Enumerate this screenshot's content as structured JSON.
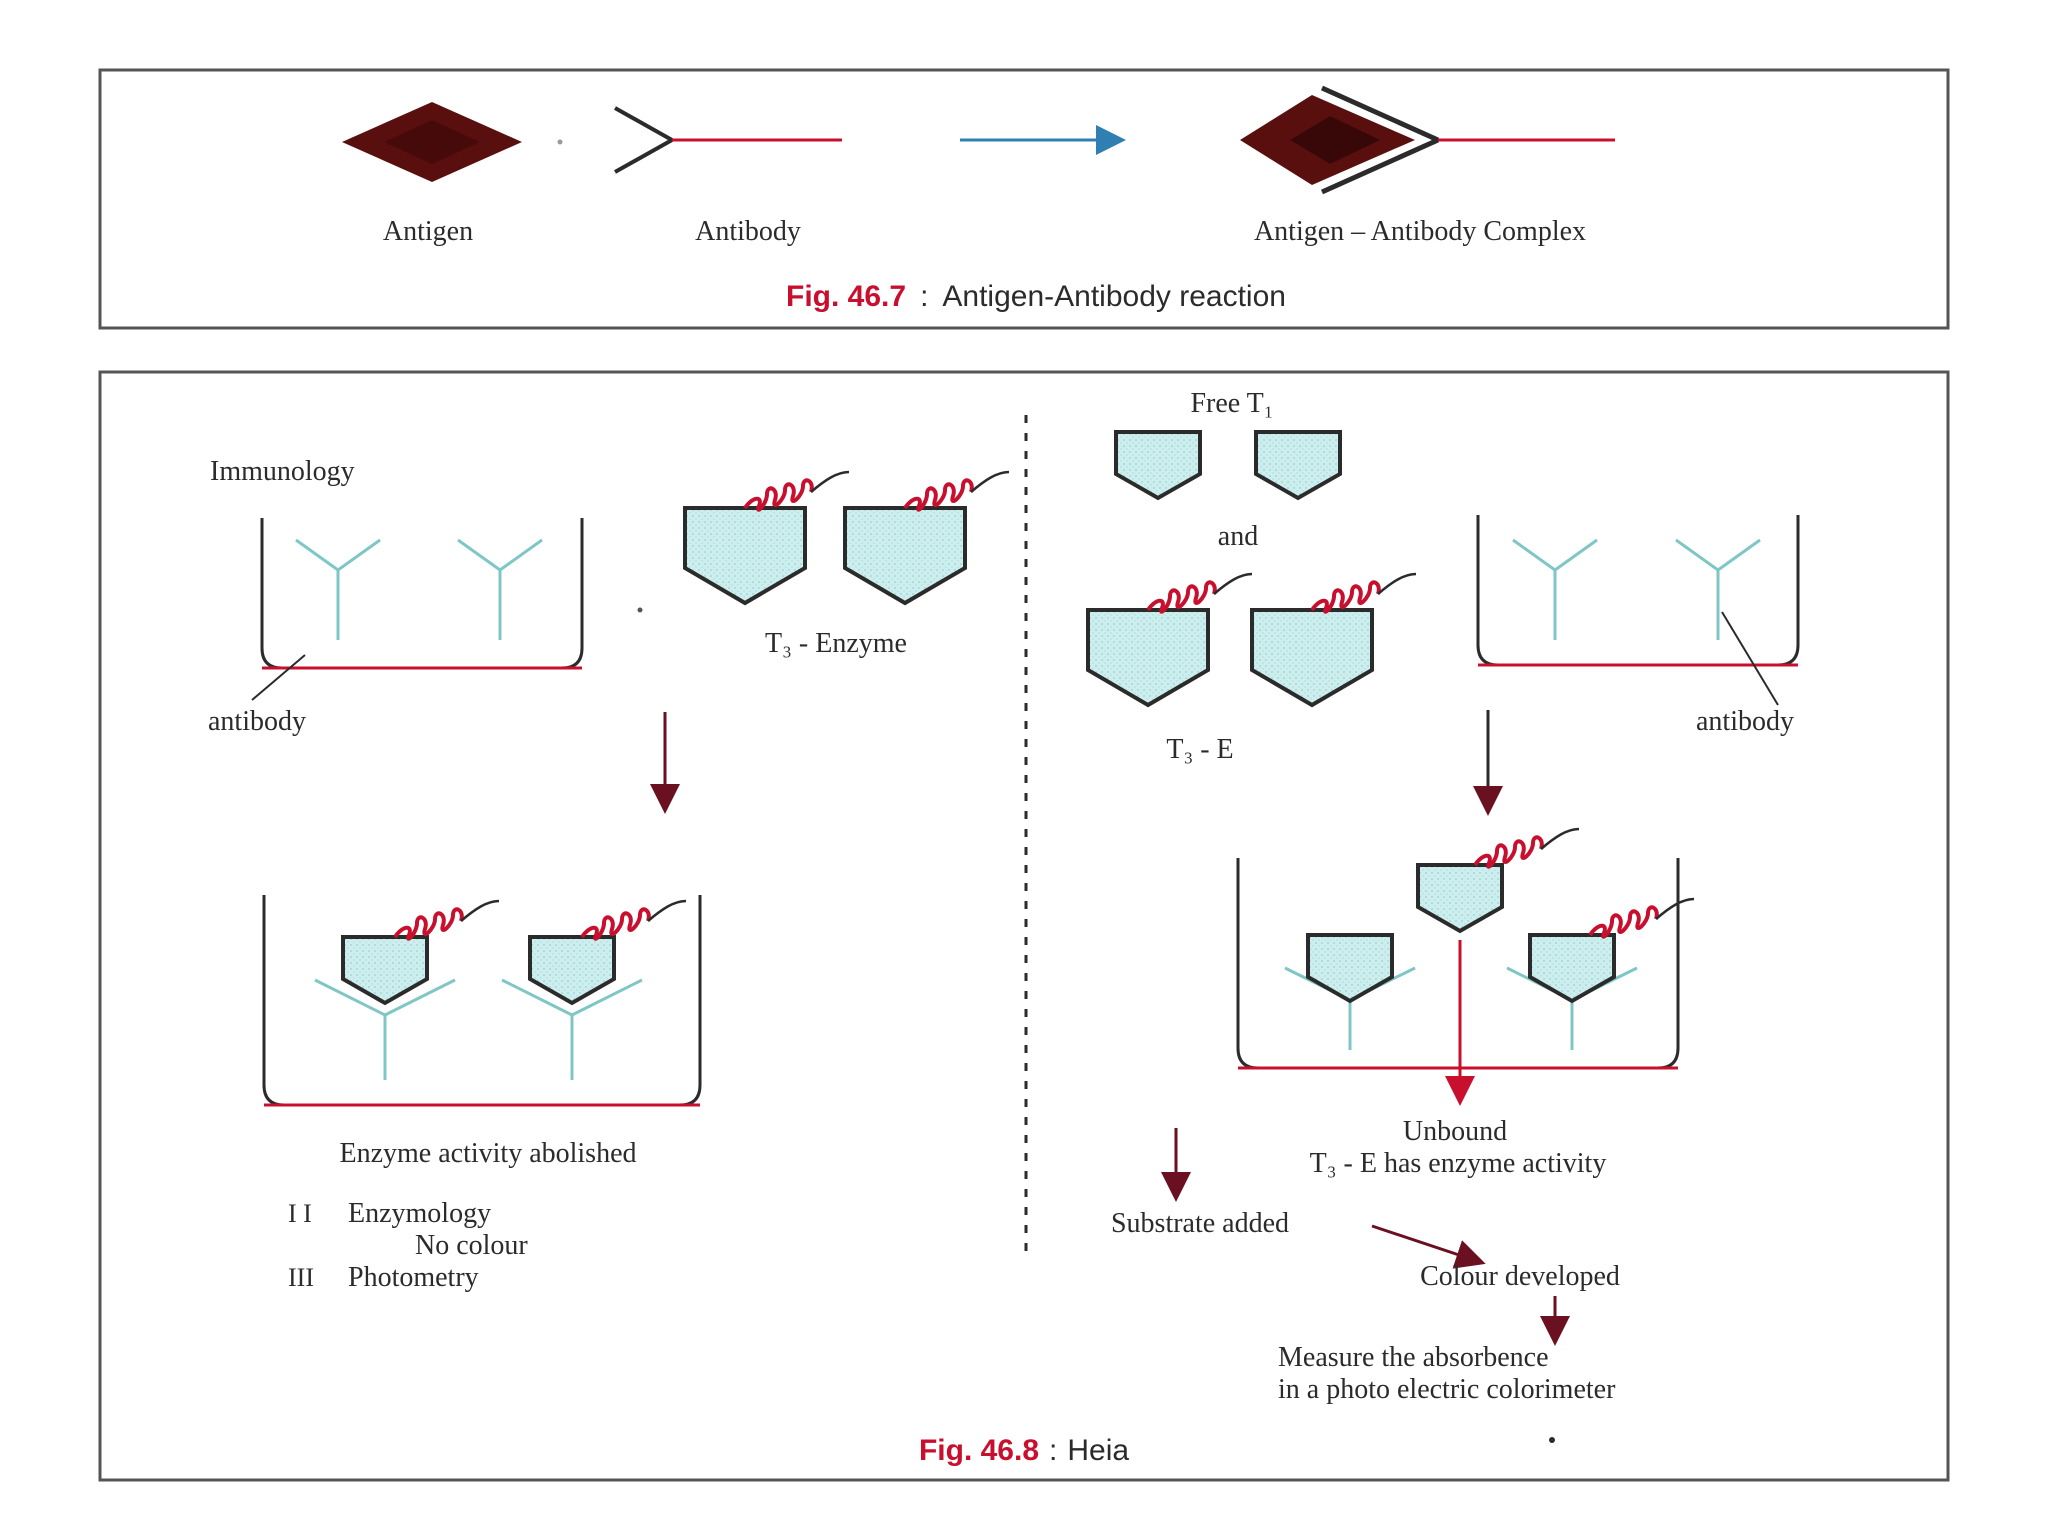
{
  "colors": {
    "frame": "#555555",
    "antibody_red": "#c8102e",
    "antibody_teal": "#7fc6c6",
    "antigen": "#5a0f0f",
    "antigen_dark": "#2a0505",
    "enzyme_fill": "#cdeeee",
    "coil": "#c8102e",
    "arrow_blue": "#2f7fb3",
    "fig_red": "#c8102e",
    "text": "#2b2b2b"
  },
  "fig1": {
    "labels": {
      "antigen": "Antigen",
      "antibody": "Antibody",
      "complex": "Antigen – Antibody Complex"
    },
    "caption_num": "Fig. 46.7",
    "caption_sep": ":",
    "caption_text": "Antigen-Antibody reaction",
    "icons": [
      "antigen-diamond-icon",
      "antibody-y-icon",
      "reaction-arrow-icon",
      "antigen-antibody-complex-icon"
    ]
  },
  "fig2": {
    "left": {
      "immunology": "Immunology",
      "antibody": "antibody",
      "t3_enzyme": "T₃ - Enzyme",
      "activity_abolished": "Enzyme activity abolished",
      "step2_num": "I I",
      "step2_label": "Enzymology",
      "step2_sub": "No colour",
      "step3_num": "III",
      "step3_label": "Photometry"
    },
    "right": {
      "free_t3": "Free  T₁",
      "and": "and",
      "t3e": "T₃ - E",
      "antibody": "antibody",
      "unbound": "Unbound",
      "unbound_activity": "T₃ - E has enzyme activity",
      "substrate": "Substrate added",
      "colour": "Colour developed",
      "measure1": "Measure the absorbence",
      "measure2": "in a photo electric colorimeter"
    },
    "caption_num": "Fig. 46.8",
    "caption_sep": ":",
    "caption_text": "Heia",
    "icons": [
      "antibody-y-icon",
      "t3-enzyme-conjugate-icon",
      "free-t3-pentagon-icon",
      "reaction-vessel-icon",
      "coil-icon",
      "down-arrow-icon"
    ]
  }
}
